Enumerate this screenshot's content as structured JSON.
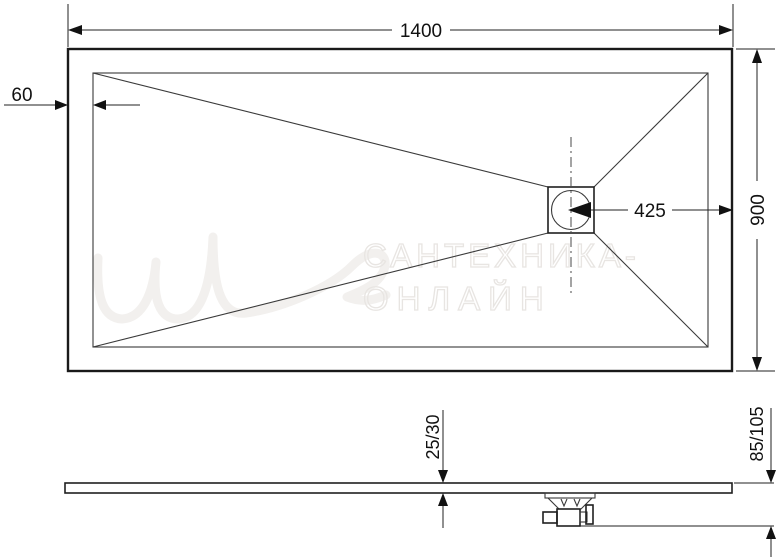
{
  "drawing": {
    "top_view": {
      "width_label": "1400",
      "height_label": "900",
      "border_label": "60",
      "drain_offset_label": "425"
    },
    "side_view": {
      "thickness_label": "25/30",
      "height_label": "85/105"
    }
  },
  "watermark": {
    "line1": "САНТЕХНИКА-",
    "line2": "ОНЛАЙН"
  },
  "colors": {
    "line": "#1a1a1a",
    "dimension": "#222222",
    "watermark_text": "#e8e5e2",
    "watermark_script": "#f2f0ee",
    "background": "#ffffff"
  }
}
